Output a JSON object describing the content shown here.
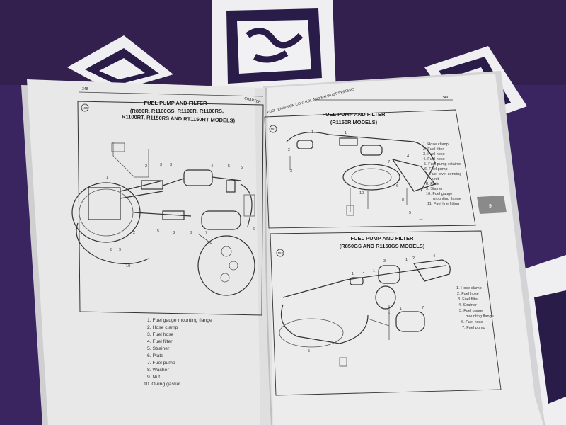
{
  "left_page": {
    "page_number": "348",
    "running_head": "CHAPTER",
    "figure_number": "150",
    "title": "FUEL PUMP AND FILTER",
    "subtitle_line1": "(R850R, R1100GS, R1100R, R1100RS,",
    "subtitle_line2": "R1100RT, R1150RS AND RT1150RT MODELS)",
    "callouts": [
      "1",
      "2",
      "3",
      "3",
      "4",
      "5",
      "5",
      "6",
      "7",
      "2",
      "3",
      "5",
      "2",
      "9",
      "8",
      "10"
    ],
    "legend": [
      "1. Fuel gauge mounting flange",
      "2. Hose clamp",
      "3. Fuel hose",
      "4. Fuel filter",
      "5. Strainer",
      "6. Plate",
      "7. Fuel pump",
      "8. Washer",
      "9. Nut",
      "10. O-ring gasket"
    ]
  },
  "right_page": {
    "page_number": "349",
    "running_head": "FUEL, EMISSION CONTROL AND EXHAUST SYSTEMS",
    "chapter_tab": "9",
    "figure_top": {
      "figure_number": "151",
      "title": "FUEL PUMP AND FILTER",
      "subtitle": "(R1150R MODELS)",
      "callouts": [
        "1",
        "1",
        "2",
        "3",
        "4",
        "7",
        "10",
        "6",
        "8",
        "5",
        "11"
      ],
      "legend": [
        "1. Hose clamp",
        "2. Fuel filter",
        "3. Fuel hose",
        "4. Fuel hose",
        "5. Fuel pump retainer",
        "6. Fuel pump",
        "7. Fuel level sending",
        "unit",
        "8. Plate",
        "9. Stainer",
        "10. Fuel gauge",
        "mounting flange",
        "11. Fuel line fitting"
      ]
    },
    "figure_bottom": {
      "figure_number": "152",
      "title": "FUEL PUMP AND FILTER",
      "subtitle": "(R850GS AND R1150GS MODELS)",
      "callouts": [
        "1",
        "2",
        "1",
        "3",
        "1",
        "2",
        "4",
        "7",
        "1",
        "6",
        "5"
      ],
      "legend": [
        "1. Hose clamp",
        "2. Fuel hose",
        "3. Fuel filter",
        "4. Strainer",
        "5. Fuel gauge",
        "mounting flange",
        "6. Fuel hose",
        "7. Fuel pump"
      ]
    }
  },
  "colors": {
    "cloth": "#3a2560",
    "page": "#e9e9ea",
    "ink": "#2a2a2a",
    "tab": "#8a8a8a"
  }
}
